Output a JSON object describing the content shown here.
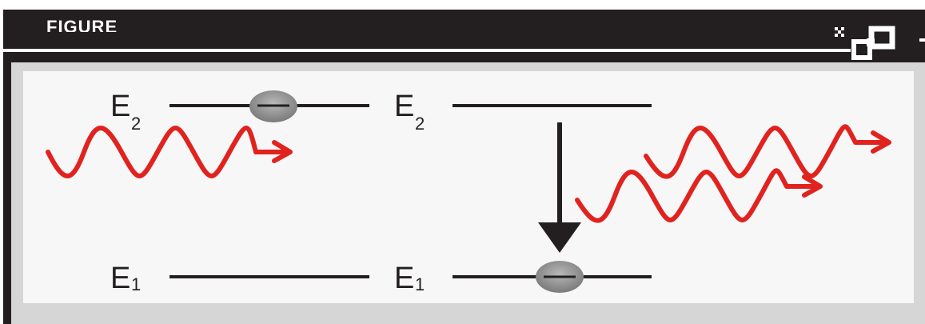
{
  "header": {
    "label": "FIGURE"
  },
  "diagram": {
    "left_panel": {
      "upper_level": {
        "symbol": "E",
        "subscript": "2"
      },
      "lower_level": {
        "symbol": "E",
        "subscript": "1"
      }
    },
    "right_panel": {
      "upper_level": {
        "symbol": "E",
        "subscript": "2"
      },
      "lower_level": {
        "symbol": "E",
        "subscript": "1"
      }
    },
    "colors": {
      "photon": "#e0231f",
      "level_line": "#231f20",
      "electron": "#8e8e8e",
      "frame": "#231f20",
      "background": "#f7f7f8"
    },
    "icons": {
      "logo": "logo-icon",
      "photon": "wave-arrow-icon",
      "transition": "down-arrow-icon",
      "electron": "electron-icon"
    }
  }
}
